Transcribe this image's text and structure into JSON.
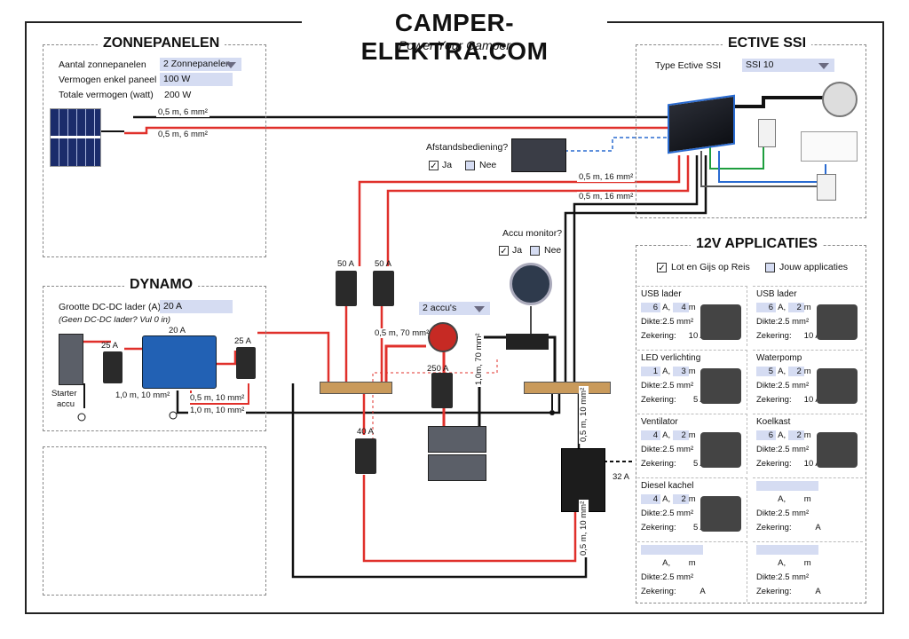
{
  "header": {
    "brand": "CAMPER-ELEKTRA.COM",
    "tagline": "Power Your Camper"
  },
  "solar": {
    "title": "ZONNEPANELEN",
    "count_label": "Aantal zonnepanelen",
    "count_value": "2 Zonnepanelen",
    "power_label": "Vermogen enkel paneel",
    "power_value": "100 W",
    "total_label": "Totale vermogen (watt)",
    "total_value": "200 W",
    "wire1": "0,5 m, 6 mm²",
    "wire2": "0,5 m, 6 mm²"
  },
  "inverter": {
    "title": "ECTIVE SSI",
    "type_label": "Type Ective SSI",
    "type_value": "SSI 10",
    "wire1": "0,5 m, 16 mm²",
    "wire2": "0,5 m, 16 mm²"
  },
  "remote": {
    "question": "Afstandsbediening?",
    "yes": "Ja",
    "no": "Nee",
    "yes_checked": true,
    "no_checked": false
  },
  "monitor": {
    "question": "Accu monitor?",
    "yes": "Ja",
    "no": "Nee",
    "yes_checked": true,
    "no_checked": false
  },
  "dynamo": {
    "title": "DYNAMO",
    "label": "Grootte DC-DC lader (A)",
    "value": "20 A",
    "note": "(Geen DC-DC lader? Vul 0 in)",
    "starter_label": "Starter",
    "starter_label2": "accu",
    "fuse1": "25 A",
    "charger": "20 A",
    "fuse2": "25 A",
    "wire1": "1,0 m, 10 mm²",
    "wire2": "0,5 m, 10 mm²",
    "wire3": "1,0 m, 10 mm²"
  },
  "main": {
    "fuse_a": "50 A",
    "fuse_b": "50 A",
    "batteries": "2 accu's",
    "wire_switch": "0,5 m, 70 mm²",
    "fuse_main": "250 A",
    "wire_vertical": "1,0m, 70 mm²",
    "fuse_bottom": "40 A",
    "wire_fusebox1": "0,5 m, 10 mm²",
    "wire_fusebox2": "0,5 m, 10 mm²",
    "fusebox_out": "32 A"
  },
  "apps": {
    "title": "12V APPLICATIES",
    "opt1": "Lot en Gijs op Reis",
    "opt1_checked": true,
    "opt2": "Jouw applicaties",
    "opt2_checked": false,
    "a_unit": "A,",
    "m_unit": "m",
    "dikte_label": "Dikte:",
    "dikte_value": "2.5 mm²",
    "zekering_label": "Zekering:",
    "z_unit": "A",
    "items": [
      {
        "name": "USB lader",
        "amp": "6",
        "len": "4",
        "fuse": "10"
      },
      {
        "name": "USB lader",
        "amp": "6",
        "len": "2",
        "fuse": "10"
      },
      {
        "name": "LED verlichting",
        "amp": "1",
        "len": "3",
        "fuse": "5"
      },
      {
        "name": "Waterpomp",
        "amp": "5",
        "len": "2",
        "fuse": "10"
      },
      {
        "name": "Ventilator",
        "amp": "4",
        "len": "2",
        "fuse": "5"
      },
      {
        "name": "Koelkast",
        "amp": "6",
        "len": "2",
        "fuse": "10"
      },
      {
        "name": "Diesel kachel",
        "amp": "4",
        "len": "2",
        "fuse": "5"
      },
      {
        "name": "",
        "amp": "",
        "len": "",
        "fuse": ""
      },
      {
        "name": "",
        "amp": "",
        "len": "",
        "fuse": ""
      },
      {
        "name": "",
        "amp": "",
        "len": "",
        "fuse": ""
      }
    ]
  },
  "colors": {
    "positive": "#e0302b",
    "negative": "#111111",
    "field": "#d5dcf2",
    "data": "#2a6bd1"
  }
}
